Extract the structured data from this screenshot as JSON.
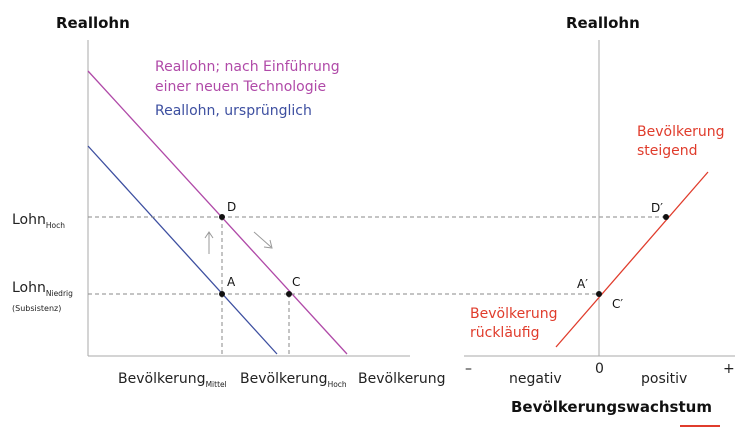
{
  "left_panel": {
    "y_title": "Reallohn",
    "x_label": "Bevölkerung",
    "x_tick_mid_base": "Bevölkerung",
    "x_tick_mid_sub": "Mittel",
    "x_tick_high_base": "Bevölkerung",
    "x_tick_high_sub": "Hoch",
    "y_tick_high_base": "Lohn",
    "y_tick_high_sub": "Hoch",
    "y_tick_low_base": "Lohn",
    "y_tick_low_sub": "Niedrig",
    "y_tick_low_note": "(Subsistenz)",
    "legend_new_line1": "Reallohn; nach Einführung",
    "legend_new_line2": "einer neuen Technologie",
    "legend_orig": "Reallohn, ursprünglich",
    "points": {
      "A": "A",
      "C": "C",
      "D": "D"
    }
  },
  "right_panel": {
    "y_title": "Reallohn",
    "x_title": "Bevölkerungswachstum",
    "tick_minus": "–",
    "tick_negative": "negativ",
    "tick_zero": "0",
    "tick_positive": "positiv",
    "tick_plus": "+",
    "rising_line1": "Bevölkerung",
    "rising_line2": "steigend",
    "falling_line1": "Bevölkerung",
    "falling_line2": "rückläufig",
    "points": {
      "A": "A′",
      "C": "C′",
      "D": "D′"
    }
  },
  "colors": {
    "original_wage": "#3d4fa0",
    "new_wage": "#b04aa8",
    "growth_line": "#e03c2c",
    "axis": "#aaaaaa",
    "dashed": "#8a8a8a"
  }
}
